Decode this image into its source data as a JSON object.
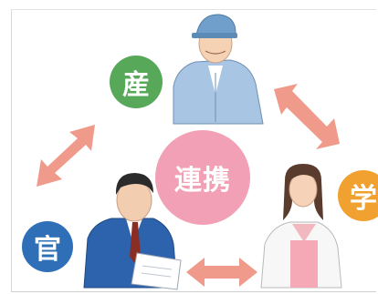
{
  "diagram": {
    "center_label": "連携",
    "nodes": {
      "industry": {
        "label": "産",
        "color": "#58a85a"
      },
      "academia": {
        "label": "学",
        "color": "#f0a12f"
      },
      "government": {
        "label": "官",
        "color": "#2f6fb7"
      }
    },
    "center_color": "#f2a0b5",
    "arrow_color": "#ef9a8b"
  }
}
